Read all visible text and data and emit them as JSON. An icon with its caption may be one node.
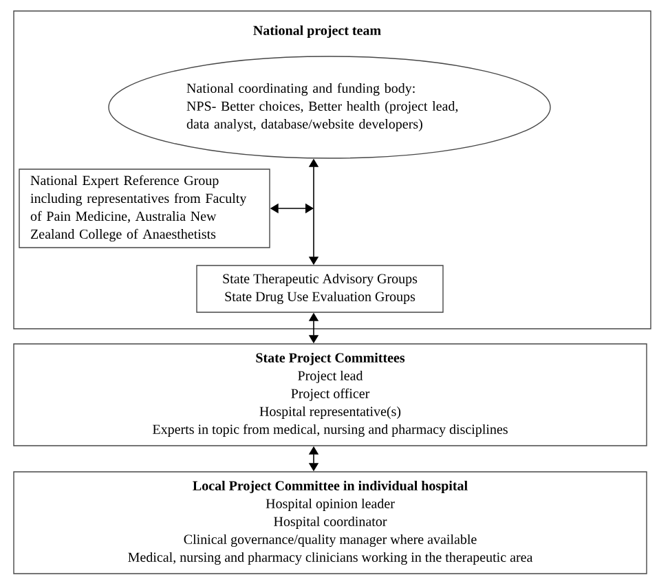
{
  "diagram": {
    "nodes": [
      {
        "text": [
          "National project team"
        ]
      },
      {
        "text": [
          "National coordinating and funding body:",
          "NPS- Better choices, Better health (project lead, data analyst, database/website developers)"
        ],
        "in": 0
      },
      {
        "text": [
          "National Expert Reference Group including representatives from Faculty of Pain Medicine, Australia New Zealand College of Anaesthetists"
        ],
        "in": 0
      },
      {
        "text": [
          "State Therapeutic Advisory Groups",
          "State Drug Use Evaluation Groups"
        ],
        "in": 0
      },
      {
        "text": [
          "State Project Committees",
          "Project lead",
          "Project officer",
          "Hospital representative(s)",
          "Experts in topic from medical, nursing and pharmacy disciplines"
        ]
      },
      {
        "text": [
          "Local Project Committee in individual hospital",
          "Hospital opinion leader",
          "Hospital coordinator",
          "Clinical governance/quality manager where available",
          "Medical, nursing and pharmacy clinicians working in the therapeutic area"
        ]
      }
    ],
    "edges": [
      {
        "from": 1,
        "to": 3,
        "arrow": "both"
      },
      {
        "from": 2,
        "to": null,
        "arrow": "both"
      },
      {
        "from": 3,
        "to": 4,
        "arrow": "both"
      },
      {
        "from": 4,
        "to": 5,
        "arrow": "both"
      }
    ]
  }
}
